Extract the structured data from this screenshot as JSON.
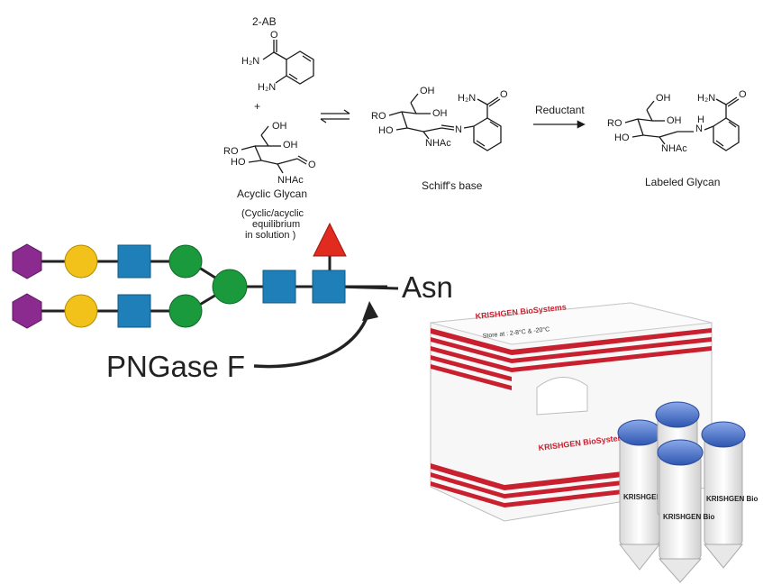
{
  "reaction": {
    "reagent_label": "2-AB",
    "plus": "+",
    "acyclic_label": "Acyclic Glycan",
    "equilibrium_note": [
      "(Cyclic/acyclic",
      "equilibrium",
      "in solution )"
    ],
    "schiff_label": "Schiff's base",
    "reductant_label": "Reductant",
    "labeled_label": "Labeled Glycan",
    "atoms": {
      "h2n": "H₂N",
      "oh": "OH",
      "ho": "HO",
      "ro": "RO",
      "nhac": "NHAc",
      "o": "O",
      "n": "N",
      "h": "H"
    }
  },
  "glycan": {
    "asn_label": "Asn",
    "enzyme_label": "PNGase F"
  },
  "kit": {
    "brand": "KRISHGEN BioSystems",
    "box_storage_text": "Store at : 2-8°C & -20°C",
    "tube_text": "KRISHGEN Bio"
  },
  "colors": {
    "sialic_acid": "#8b2a8f",
    "galactose": "#f2c21a",
    "glcnac": "#1f7fb8",
    "mannose": "#1a9a3c",
    "fucose": "#e02b1e",
    "kit_red": "#c8202e",
    "tube_cap": "#3f6fc6"
  }
}
